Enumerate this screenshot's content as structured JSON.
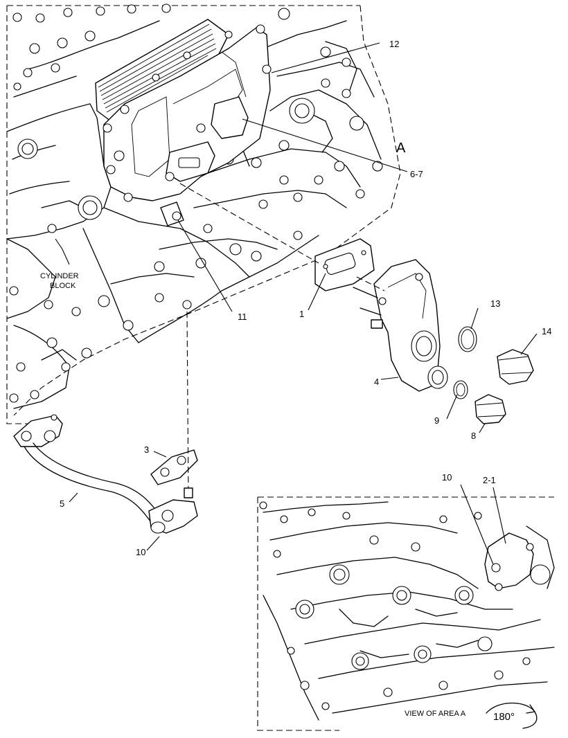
{
  "callouts": {
    "c12": "12",
    "cA": "A",
    "c67": "6-7",
    "c11": "11",
    "c1": "1",
    "c13": "13",
    "c14": "14",
    "c4": "4",
    "c9": "9",
    "c8": "8",
    "c3": "3",
    "c5": "5",
    "c10a": "10",
    "c10b": "10",
    "c21": "2-1"
  },
  "labels": {
    "cylinder_block_1": "CYLINDER",
    "cylinder_block_2": "BLOCK",
    "view_of_area": "VIEW OF AREA A",
    "rotation": "180°"
  }
}
